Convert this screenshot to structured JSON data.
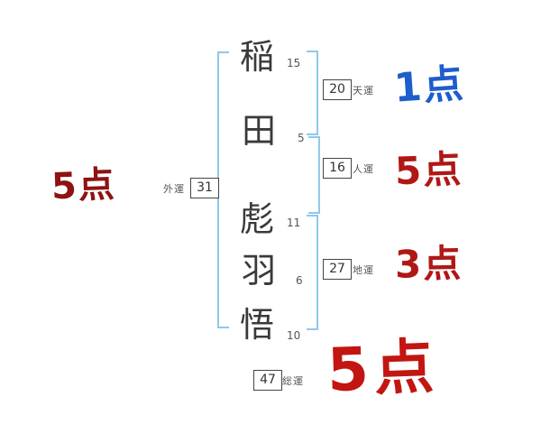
{
  "chart": {
    "type": "name-fortune-diagram",
    "characters": [
      {
        "char": "稲",
        "strokes": "15"
      },
      {
        "char": "田",
        "strokes": "5"
      },
      {
        "char": "彪",
        "strokes": "11"
      },
      {
        "char": "羽",
        "strokes": "6"
      },
      {
        "char": "悟",
        "strokes": "10"
      }
    ],
    "fortunes": {
      "ten": {
        "value": "20",
        "label": "天運",
        "score": "1点"
      },
      "jin": {
        "value": "16",
        "label": "人運",
        "score": "5点"
      },
      "chi": {
        "value": "27",
        "label": "地運",
        "score": "3点"
      },
      "gai": {
        "value": "31",
        "label": "外運",
        "score": "5点"
      },
      "sou": {
        "value": "47",
        "label": "総運",
        "score": "5点"
      }
    },
    "colors": {
      "bracket_blue": "#8fc9e8",
      "score_blue": "#1d5ecb",
      "score_red": "#b01815",
      "score_dark_red": "#8e1312",
      "score_big_red": "#c31511",
      "ink": "#3a3a3a"
    }
  }
}
